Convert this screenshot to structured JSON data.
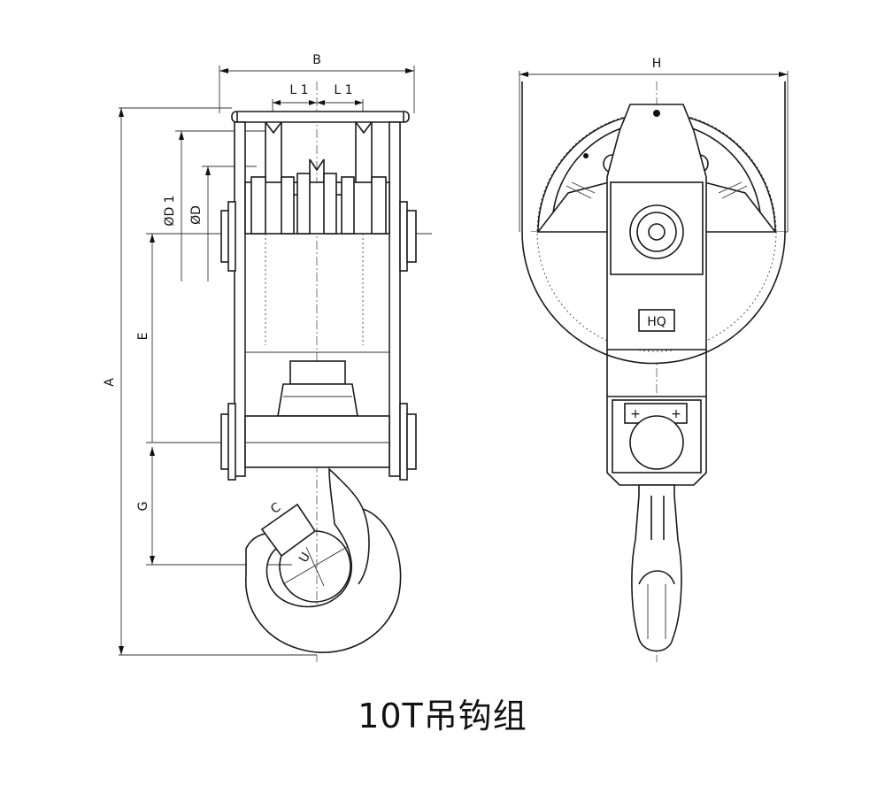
{
  "caption": "10T吊钩组",
  "labels": {
    "B": "B",
    "L1_left": "L 1",
    "L1_right": "L 1",
    "H": "H",
    "D1": "ØD 1",
    "D": "ØD",
    "A": "A",
    "E": "E",
    "G": "G",
    "C": "C",
    "U": "U",
    "plate": "HQ"
  }
}
